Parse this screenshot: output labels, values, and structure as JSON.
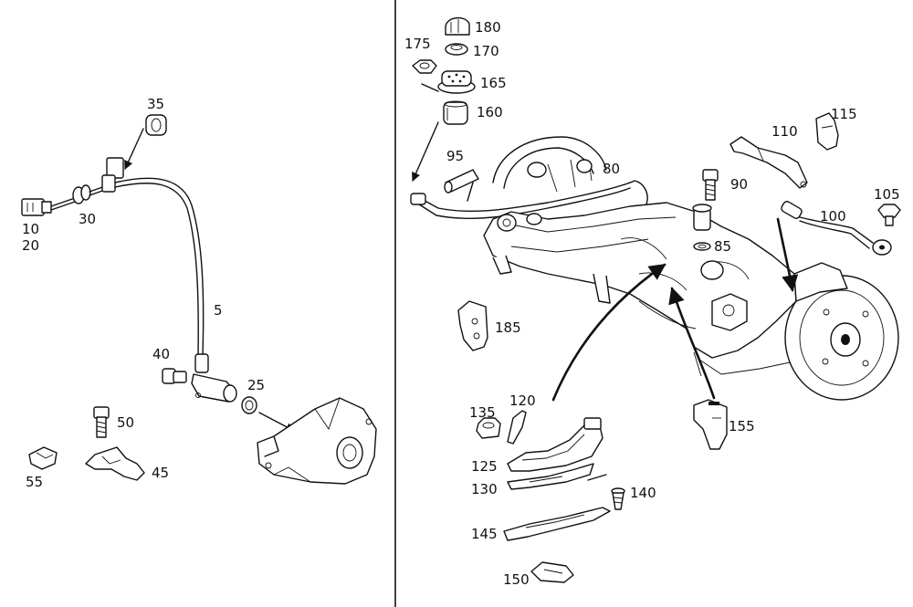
{
  "diagram": {
    "callouts": {
      "p10": "10",
      "p20": "20",
      "p30": "30",
      "p35": "35",
      "p5": "5",
      "p40": "40",
      "p25": "25",
      "p50": "50",
      "p45": "45",
      "p55": "55",
      "p175": "175",
      "p180": "180",
      "p170": "170",
      "p165": "165",
      "p160": "160",
      "p95": "95",
      "p80": "80",
      "p90": "90",
      "p110": "110",
      "p115": "115",
      "p105": "105",
      "p100": "100",
      "p85": "85",
      "p185": "185",
      "p120": "120",
      "p135": "135",
      "p125": "125",
      "p130": "130",
      "p140": "140",
      "p145": "145",
      "p150": "150",
      "p155": "155"
    }
  }
}
